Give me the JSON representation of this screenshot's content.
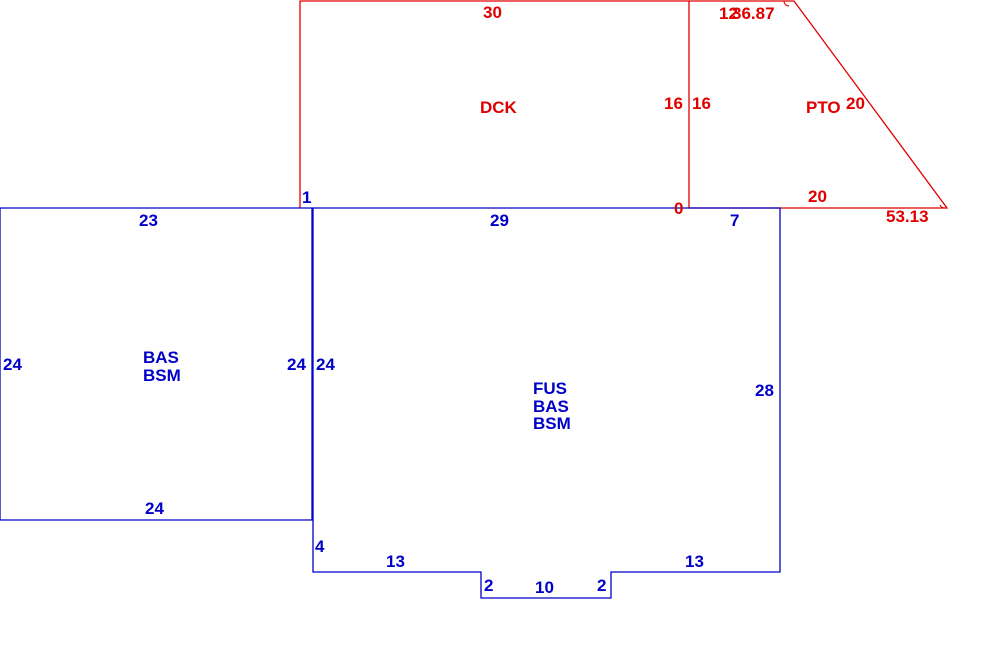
{
  "colors": {
    "red": "#e00000",
    "blue": "#0000c8",
    "background": "#ffffff"
  },
  "areas": {
    "dck": {
      "label": "DCK"
    },
    "pto": {
      "label": "PTO"
    },
    "bas_left": {
      "line1": "BAS",
      "line2": "BSM"
    },
    "main": {
      "line1": "FUS",
      "line2": "BAS",
      "line3": "BSM"
    }
  },
  "dimensions": {
    "dck_top": "30",
    "dck_right": "16",
    "dck_bottom_left": "1",
    "dck_bottom_right": "0",
    "pto_top": "12",
    "pto_angle_top": "36.87",
    "pto_left": "16",
    "pto_slant": "20",
    "pto_bottom": "20",
    "pto_angle_bottom": "53.13",
    "left_top": "23",
    "left_left": "24",
    "left_right": "24",
    "left_bottom": "24",
    "main_top": "29",
    "main_top_right": "7",
    "main_left": "24",
    "main_right": "28",
    "main_left_drop": "4",
    "main_bottom_left": "13",
    "main_bottom_right": "13",
    "notch_left": "2",
    "notch_bottom": "10",
    "notch_right": "2"
  }
}
